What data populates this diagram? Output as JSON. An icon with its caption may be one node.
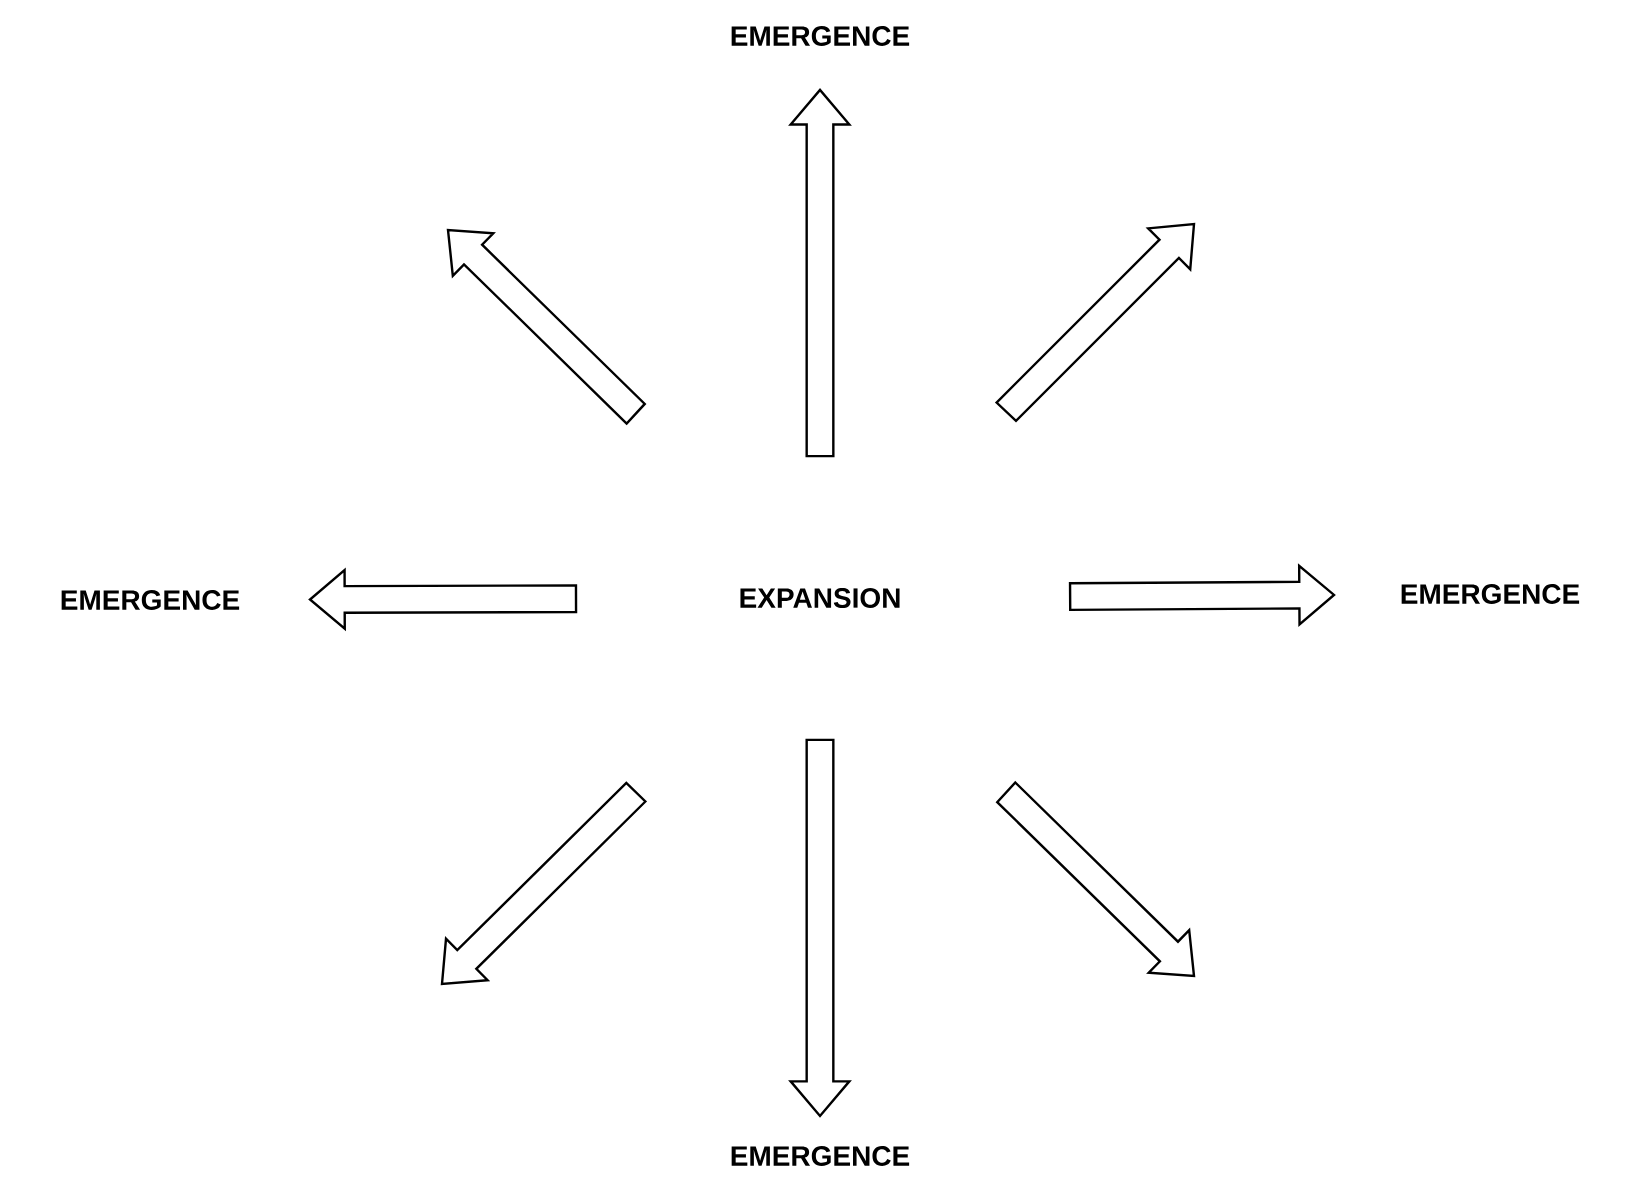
{
  "diagram": {
    "nodes": [
      {
        "text": [
          "EXPANSION"
        ]
      },
      {
        "text": [
          "EMERGENCE"
        ]
      },
      {
        "text": [
          "EMERGENCE"
        ]
      },
      {
        "text": [
          "EMERGENCE"
        ]
      },
      {
        "text": [
          "EMERGENCE"
        ]
      }
    ],
    "edges": [
      {
        "from": 0,
        "to": 1,
        "arrow": "to"
      },
      {
        "from": 0,
        "to": 2,
        "arrow": "to"
      },
      {
        "from": 0,
        "to": 3,
        "arrow": "to"
      },
      {
        "from": 0,
        "to": 4,
        "arrow": "to"
      }
    ]
  }
}
